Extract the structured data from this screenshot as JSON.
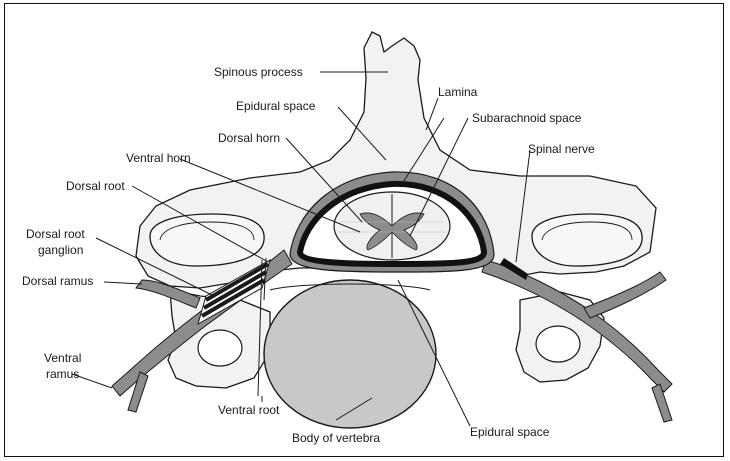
{
  "labels": {
    "spinous_process": "Spinous process",
    "lamina": "Lamina",
    "epidural_space_top": "Epidural space",
    "subarachnoid_space": "Subarachnoid space",
    "dorsal_horn": "Dorsal horn",
    "ventral_horn": "Ventral horn",
    "spinal_nerve": "Spinal nerve",
    "dorsal_root": "Dorsal root",
    "dorsal_root_ganglion_1": "Dorsal root",
    "dorsal_root_ganglion_2": "ganglion",
    "dorsal_ramus": "Dorsal ramus",
    "ventral_ramus_1": "Ventral",
    "ventral_ramus_2": "ramus",
    "ventral_root": "Ventral root",
    "body_of_vertebra": "Body of vertebra",
    "epidural_space_bottom": "Epidural space"
  },
  "colors": {
    "bone": "#f2f2f2",
    "nerve": "#8c8c8c",
    "body": "#c8c8c8",
    "outline": "#1a1a1a"
  }
}
